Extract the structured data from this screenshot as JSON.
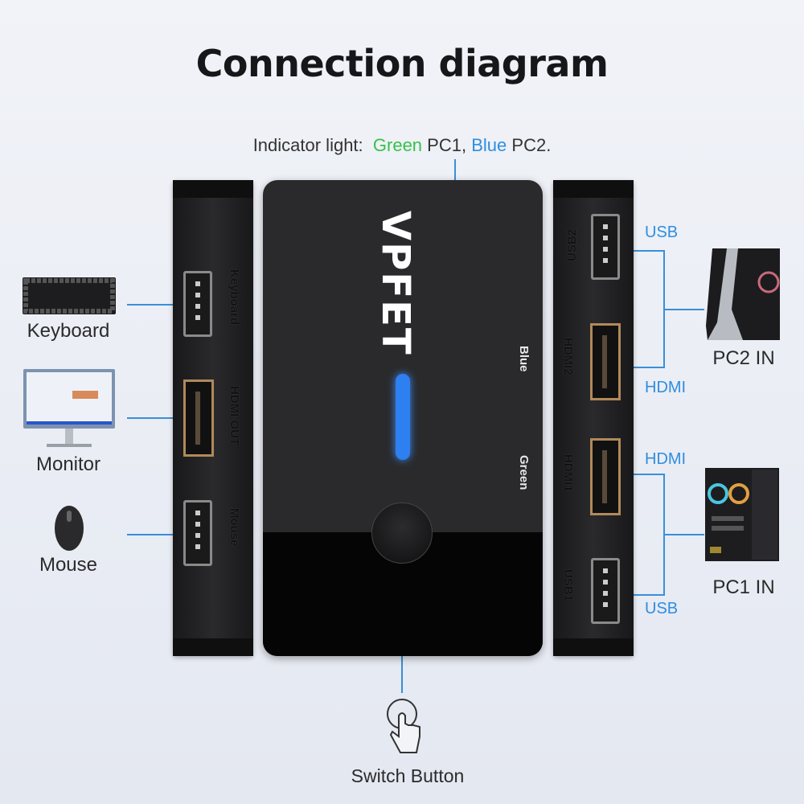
{
  "title": "Connection diagram",
  "indicator": {
    "prefix": "Indicator light:",
    "green_word": "Green",
    "pc1": "PC1,",
    "blue_word": "Blue",
    "pc2": "PC2."
  },
  "device": {
    "brand": "VPFET",
    "led_blue": "Blue",
    "led_green": "Green"
  },
  "left_ports": {
    "keyboard": "Keyboard",
    "hdmi_out": "HDMI OUT",
    "mouse": "Mouse"
  },
  "right_ports": {
    "usb2": "USB2",
    "hdmi2": "HDMI2",
    "hdmi1": "HDMI1",
    "usb1": "USB1"
  },
  "peripherals": {
    "keyboard": "Keyboard",
    "monitor": "Monitor",
    "mouse": "Mouse"
  },
  "pcs": {
    "pc2": "PC2 IN",
    "pc1": "PC1 IN"
  },
  "connectors": {
    "usb_top": "USB",
    "hdmi_top": "HDMI",
    "hdmi_bottom": "HDMI",
    "usb_bottom": "USB"
  },
  "switch_button": "Switch Button",
  "colors": {
    "line": "#3a8fd8",
    "green": "#35c24a",
    "blue": "#2f8ee0"
  }
}
